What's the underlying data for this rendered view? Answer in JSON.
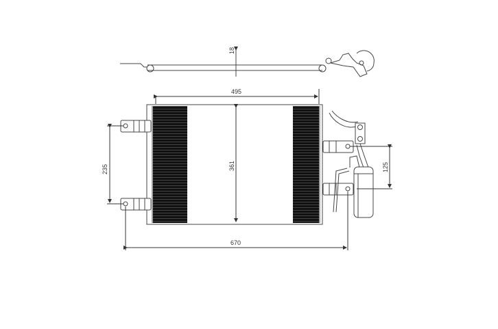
{
  "diagram": {
    "type": "technical-drawing",
    "subject": "AC condenser with receiver-drier",
    "line_color": "#333333",
    "fin_color": "#111111",
    "dimensions": {
      "thickness": "18",
      "core_width": "495",
      "core_height": "361",
      "mount_spacing_left": "235",
      "mount_spacing_right": "125",
      "overall_width": "670"
    },
    "views": [
      "top-view",
      "front-view"
    ]
  }
}
